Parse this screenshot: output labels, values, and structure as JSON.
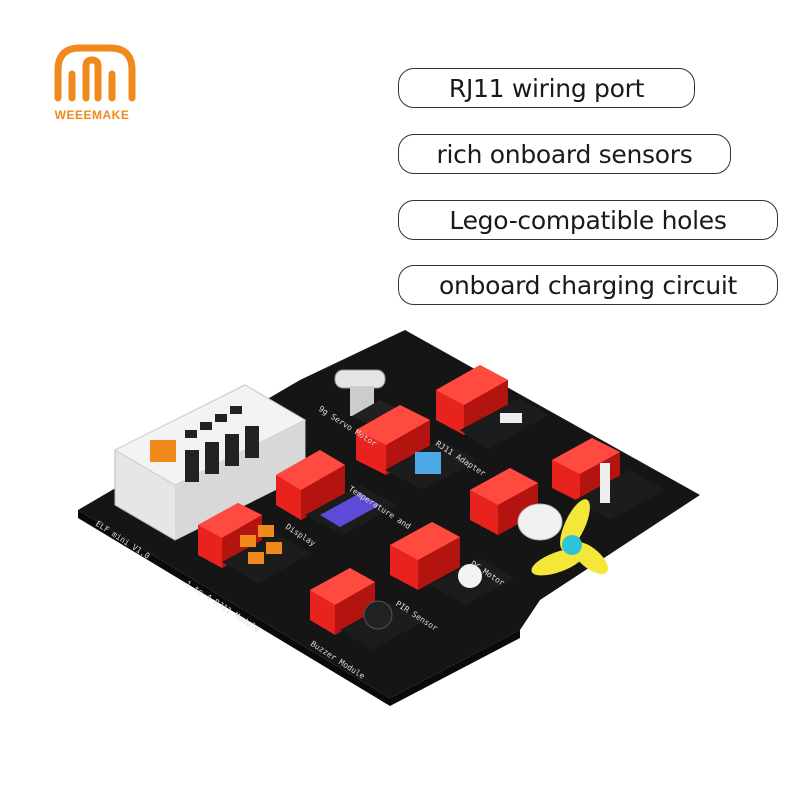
{
  "brand": {
    "name": "WEEEMAKE",
    "color": "#f08a1c"
  },
  "features": [
    "RJ11 wiring port",
    "rich onboard sensors",
    "Lego-compatible holes",
    "onboard charging circuit"
  ],
  "board_labels": {
    "main": "ELF mini V1.0",
    "servo": "9g Servo Motor",
    "adapter": "RJ11 Adapter",
    "temp": "Temperature and",
    "display": "Display",
    "fan": "DC Motor",
    "rj11": "1 to 4 RJ11 Module",
    "pir": "PIR Sensor",
    "buzzer": "Buzzer Module"
  },
  "colors": {
    "board": "#151515",
    "block_red": "#e8221c",
    "block_red_dark": "#b31410",
    "fan_yellow": "#f5e63a",
    "fan_hub": "#2ec4d6"
  }
}
